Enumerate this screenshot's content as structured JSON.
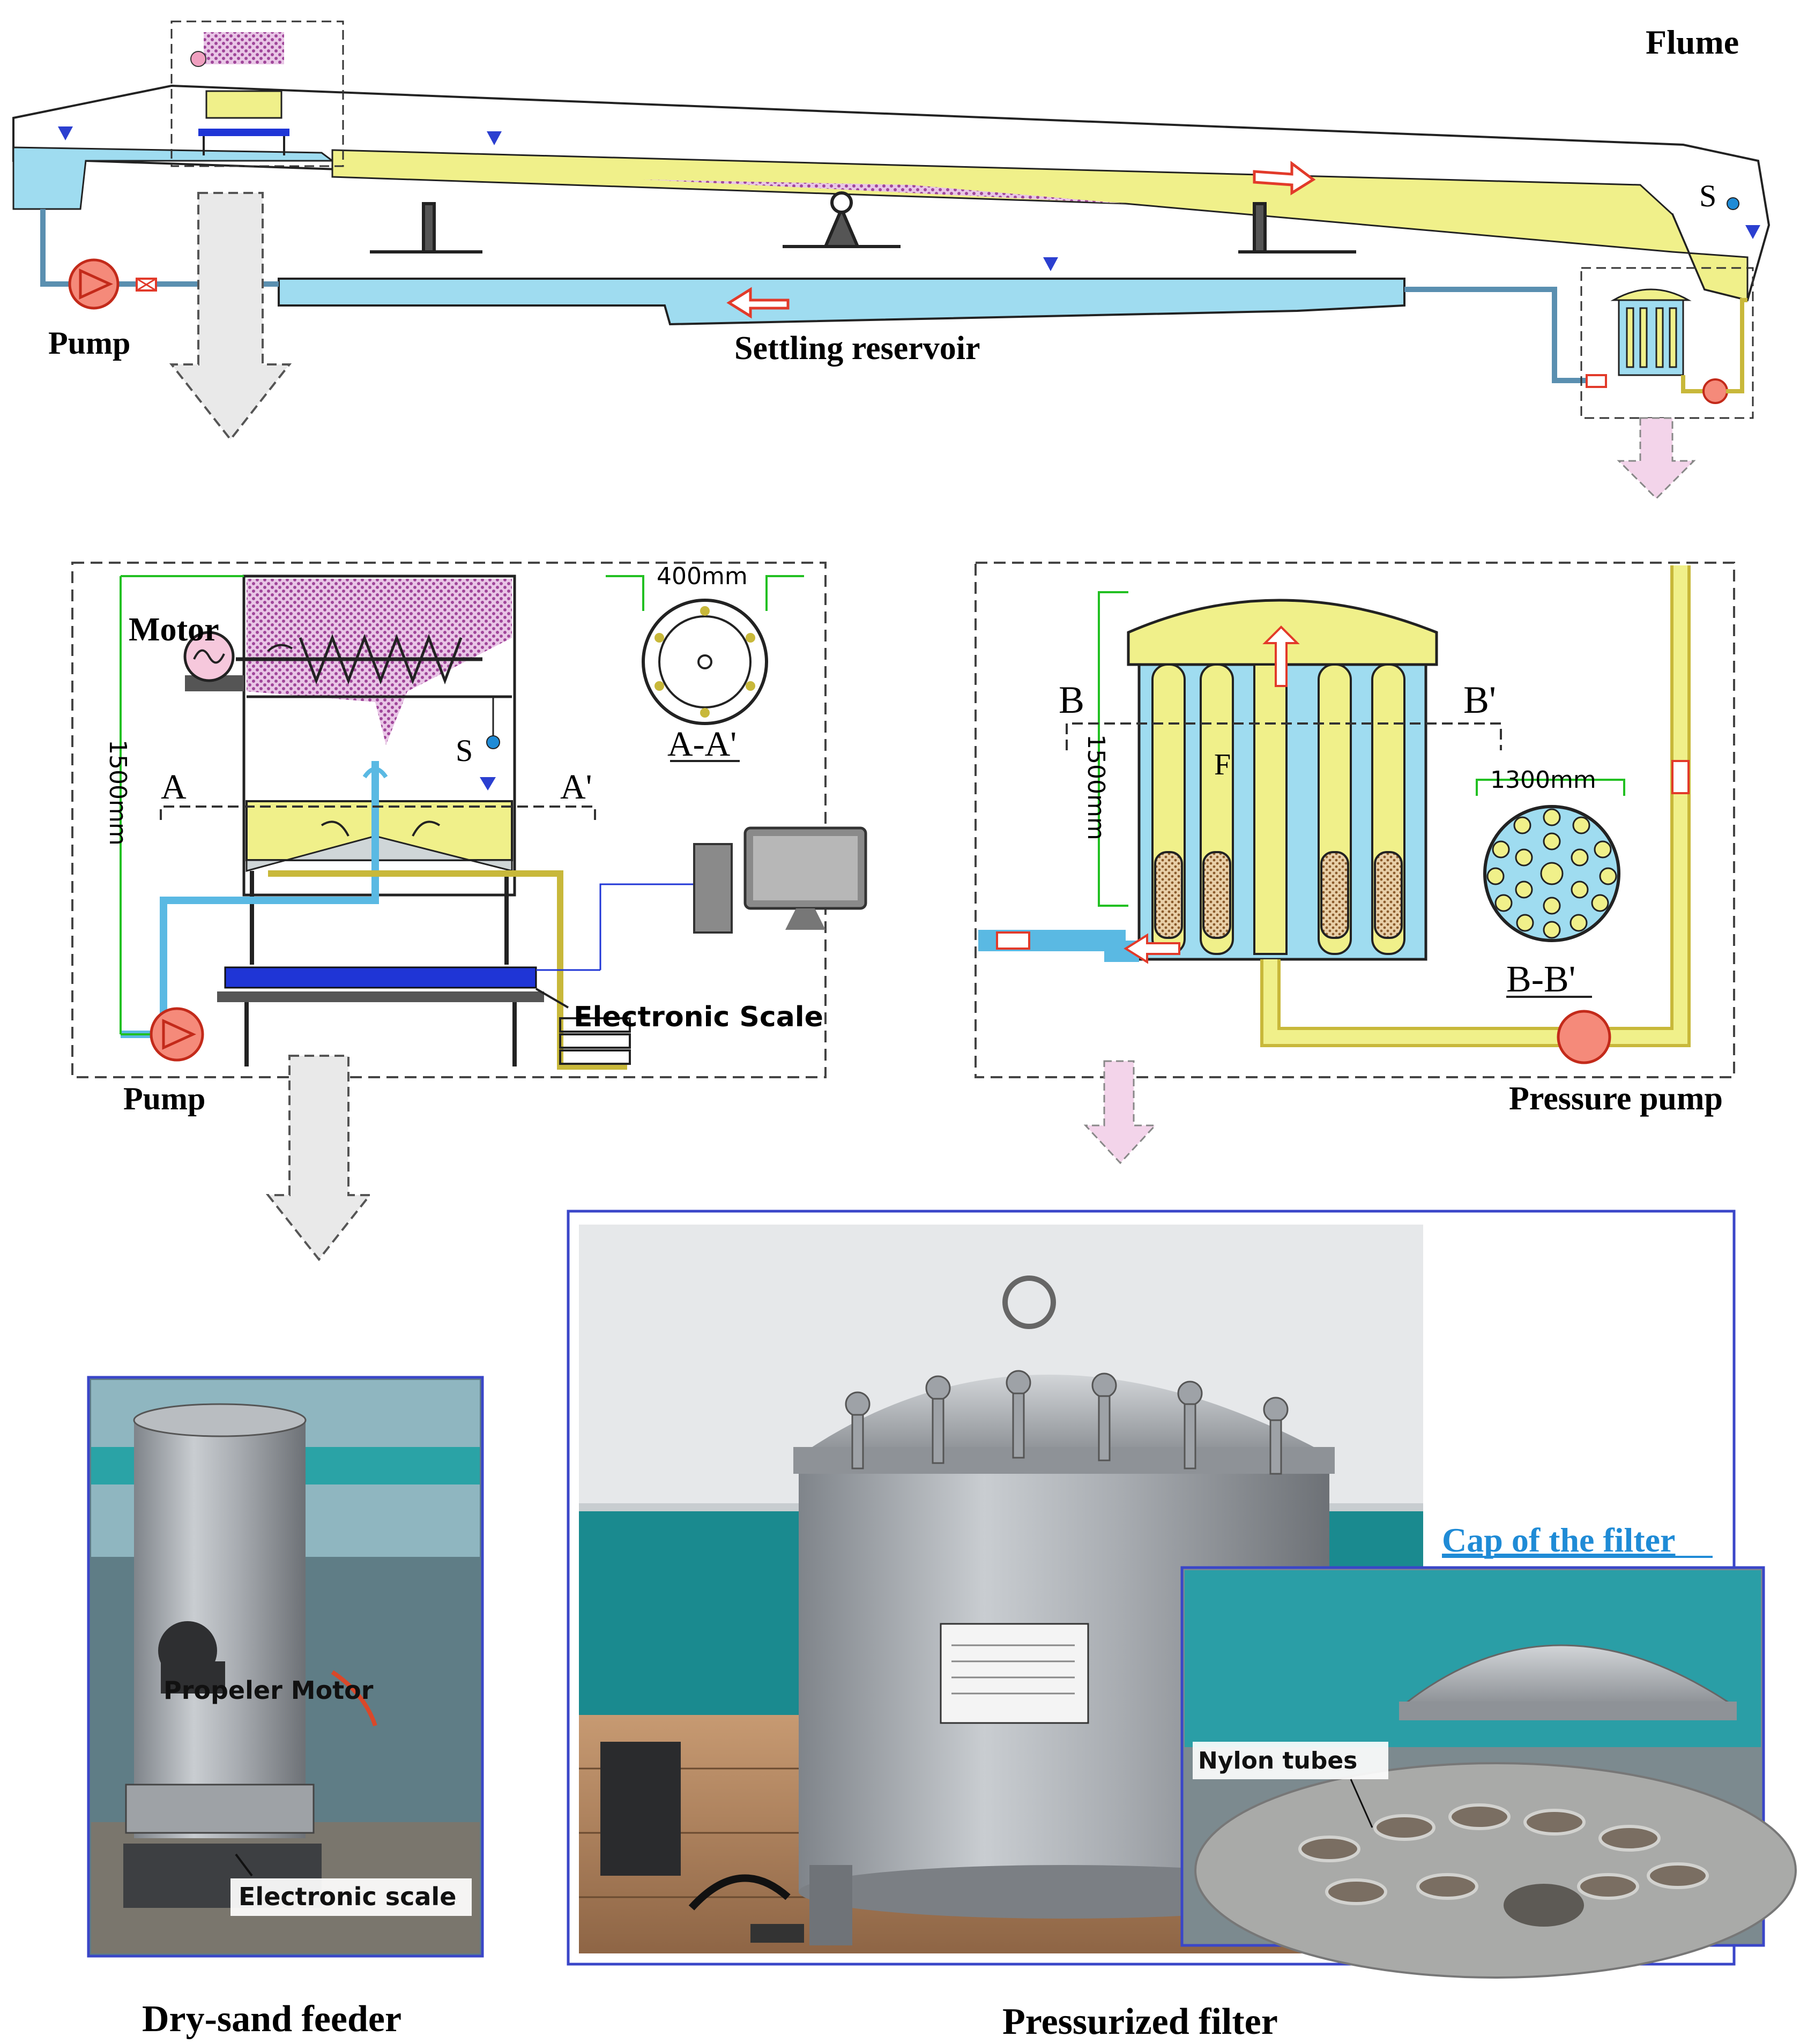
{
  "labels": {
    "flume": "Flume",
    "pump_top": "Pump",
    "settling_reservoir": "Settling reservoir",
    "s_top": "S",
    "motor": "Motor",
    "s_feeder": "S",
    "a_left": "A",
    "a_right": "A'",
    "section_aa": "A-A'",
    "dim_400": "400mm",
    "dim_1500_left": "1500mm",
    "electronic_scale": "Electronic Scale",
    "pump_feeder": "Pump",
    "b_left": "B",
    "b_right": "B'",
    "dim_1500_right": "1500mm",
    "dim_1300": "1300mm",
    "f_label": "F",
    "section_bb": "B-B'",
    "pressure_pump": "Pressure pump",
    "propeler_motor": "Propeler Motor",
    "electronic_scale_photo": "Electronic scale",
    "dry_sand_feeder": "Dry-sand feeder",
    "cap_of_filter": "Cap of the filter",
    "nylon_tubes": "Nylon tubes",
    "pressurized_filter": "Pressurized filter"
  },
  "colors": {
    "water": "#9fdcf0",
    "sediment_water": "#f0f08a",
    "sand": "#b05aa8",
    "pump_red": "#e23a2a",
    "scale_blue": "#1f35d6",
    "dimension_green": "#22c022",
    "frame_blue": "#3a46c8",
    "link_blue": "#1f8bd6"
  }
}
